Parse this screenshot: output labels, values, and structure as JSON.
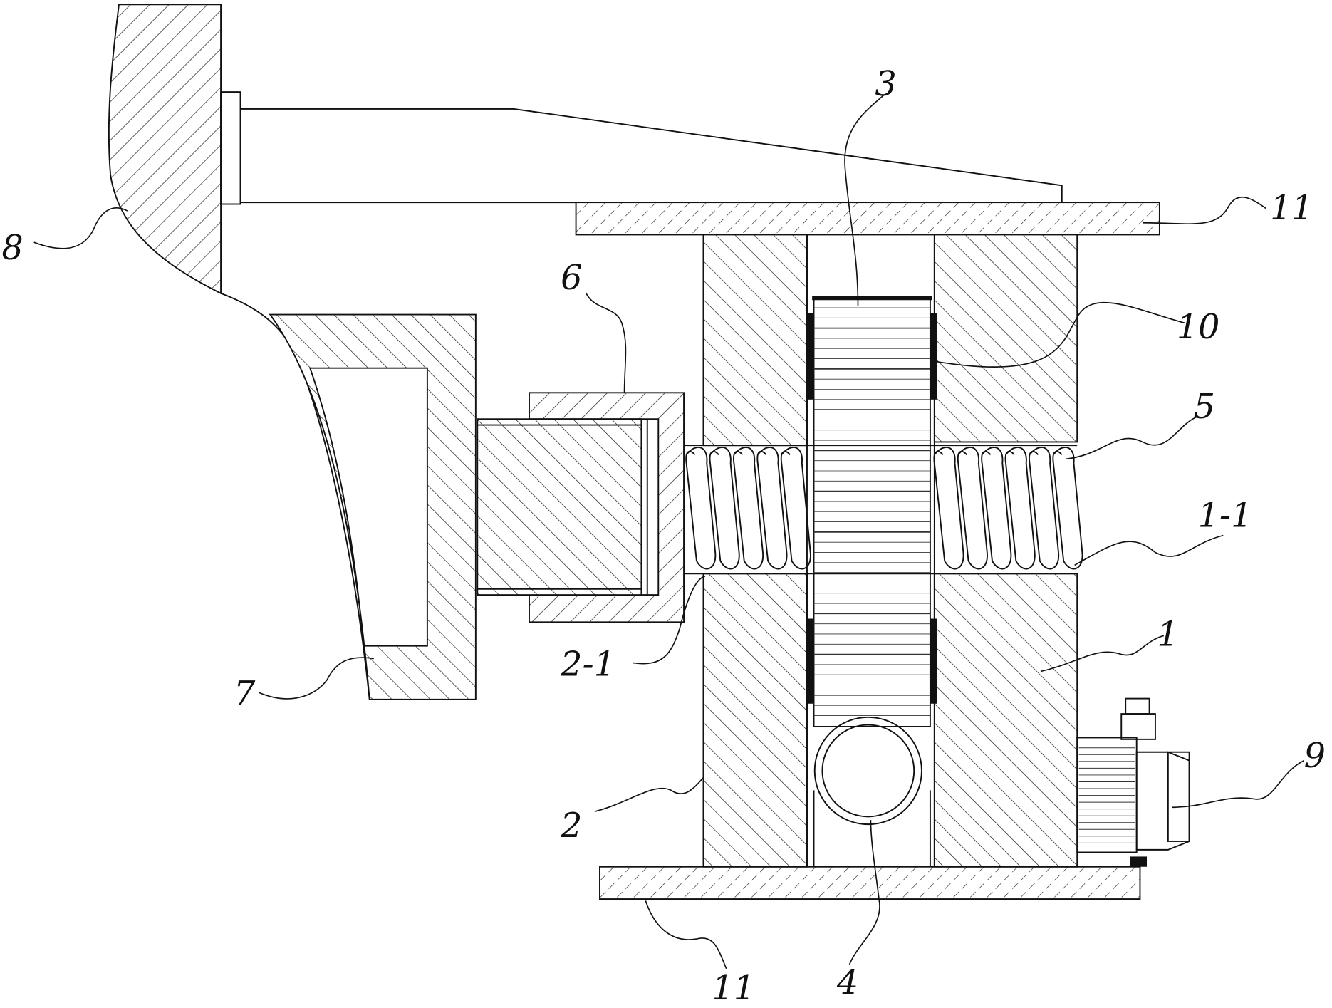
{
  "figure": {
    "labels": {
      "part_8": "8",
      "plate_11_top": "11",
      "plate_11_bottom": "11",
      "gear_3": "3",
      "part_6": "6",
      "part_10": "10",
      "screw_5": "5",
      "part_1_1": "1-1",
      "block_1": "1",
      "part_2_1": "2-1",
      "part_7": "7",
      "block_2": "2",
      "motor_9": "9",
      "worm_4": "4"
    }
  }
}
